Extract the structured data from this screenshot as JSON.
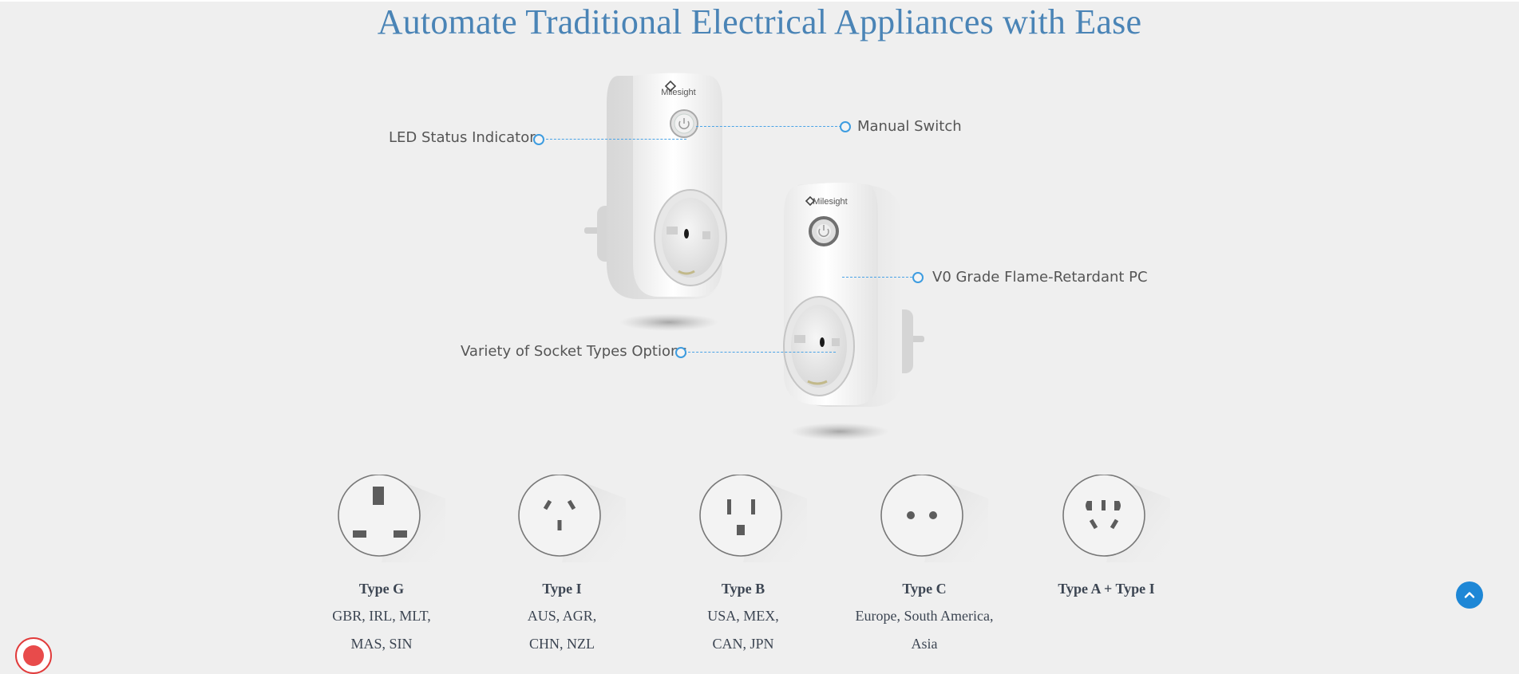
{
  "header": {
    "title": "Automate Traditional Electrical Appliances with Ease"
  },
  "product": {
    "brand": "Milesight",
    "callouts": {
      "led": "LED Status Indicator",
      "switch": "Manual Switch",
      "material": "V0 Grade Flame-Retardant PC",
      "sockets": "Variety of Socket Types Options"
    }
  },
  "socket_types": [
    {
      "name": "Type G",
      "regions": "GBR, IRL, MLT,\nMAS, SIN",
      "icon": "socket-type-g-icon"
    },
    {
      "name": "Type I",
      "regions": "AUS, AGR,\nCHN, NZL",
      "icon": "socket-type-i-icon"
    },
    {
      "name": "Type B",
      "regions": "USA, MEX,\nCAN, JPN",
      "icon": "socket-type-b-icon"
    },
    {
      "name": "Type C",
      "regions": "Europe, South America,\nAsia",
      "icon": "socket-type-c-icon"
    },
    {
      "name": "Type A + Type I",
      "regions": "",
      "icon": "socket-type-a-i-icon"
    }
  ],
  "colors": {
    "title": "#4a84b6",
    "accent": "#3d9ce0",
    "back_to_top": "#1e87d6",
    "chat": "#e84b4b"
  },
  "widgets": {
    "back_to_top_icon": "chevron-up-icon",
    "chat_icon": "chat-bubble-icon"
  }
}
